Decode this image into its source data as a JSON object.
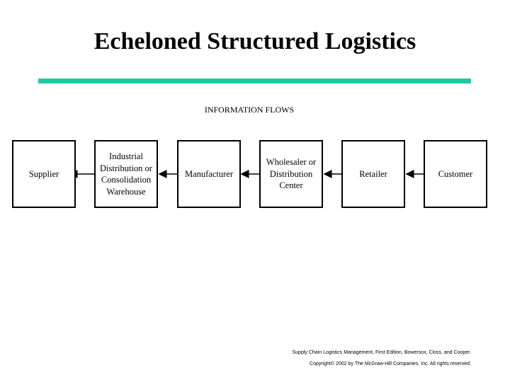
{
  "slide": {
    "title": "Echeloned Structured Logistics",
    "rule_color": "#1ec8a0",
    "flow_label": "INFORMATION FLOWS"
  },
  "nodes": [
    {
      "id": "supplier",
      "label": "Supplier"
    },
    {
      "id": "industrial-distribution",
      "label": "Industrial\nDistribution or\nConsolidation\nWarehouse"
    },
    {
      "id": "manufacturer",
      "label": "Manufacturer"
    },
    {
      "id": "wholesaler",
      "label": "Wholesaler or\nDistribution\nCenter"
    },
    {
      "id": "retailer",
      "label": "Retailer"
    },
    {
      "id": "customer",
      "label": "Customer"
    }
  ],
  "edges": [
    {
      "from": "industrial-distribution",
      "to": "supplier"
    },
    {
      "from": "manufacturer",
      "to": "industrial-distribution"
    },
    {
      "from": "wholesaler",
      "to": "manufacturer"
    },
    {
      "from": "retailer",
      "to": "wholesaler"
    },
    {
      "from": "customer",
      "to": "retailer"
    }
  ],
  "footer": {
    "line1": "Supply Chain Logistics Management, First Edition, Bowersox, Closs, and Cooper.",
    "line2": "Copyright© 2002 by The McGraw-Hill Companies, Inc. All rights reserved."
  }
}
